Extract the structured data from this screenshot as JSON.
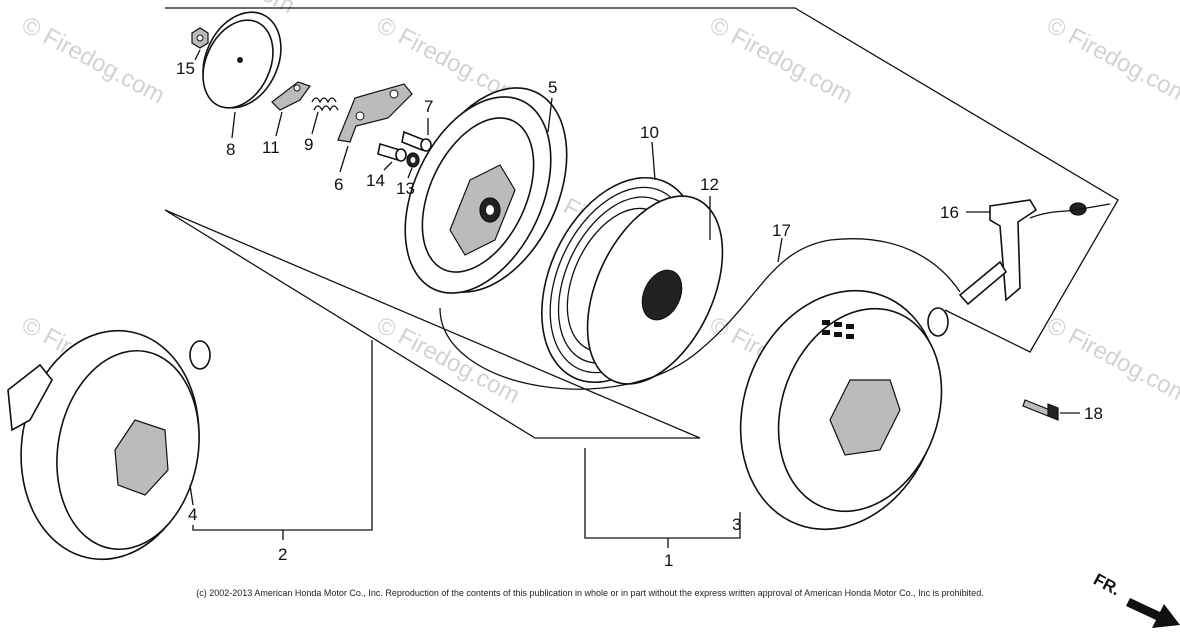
{
  "watermarks": [
    "© Firedog.com",
    "© Firedog.com",
    "© Firedog.com",
    "© Firedog.com",
    "© Firedog.com",
    "© Firedog.com",
    "© Firedog.com",
    "© Firedog.com",
    "© Firedog.com",
    "© Firedog.com"
  ],
  "callouts": {
    "p1": "1",
    "p2": "2",
    "p3": "3",
    "p4": "4",
    "p5": "5",
    "p6": "6",
    "p7": "7",
    "p8": "8",
    "p9": "9",
    "p10": "10",
    "p11": "11",
    "p12": "12",
    "p13": "13",
    "p14": "14",
    "p15": "15",
    "p16": "16",
    "p17": "17",
    "p18": "18"
  },
  "copyright": "(c) 2002-2013 American Honda Motor Co., Inc. Reproduction of the contents of this publication in whole or in part without the express written approval of American Honda Motor Co., Inc is prohibited.",
  "front_indicator": "FR."
}
